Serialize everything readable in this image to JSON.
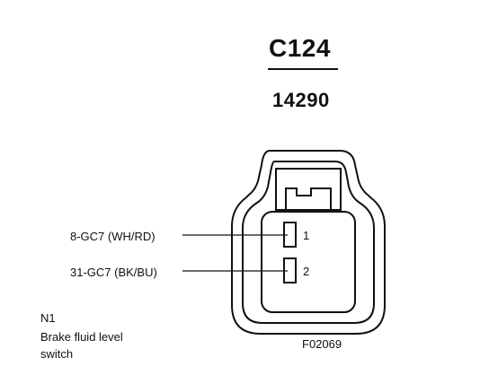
{
  "connector": {
    "code": "C124",
    "part_number": "14290"
  },
  "wires": [
    {
      "label": "8-GC7  (WH/RD)",
      "pin": "1"
    },
    {
      "label": "31-GC7 (BK/BU)",
      "pin": "2"
    }
  ],
  "component": {
    "id": "N1",
    "description_line_1": "Brake fluid level",
    "description_line_2": "switch"
  },
  "figure_id": "F02069"
}
